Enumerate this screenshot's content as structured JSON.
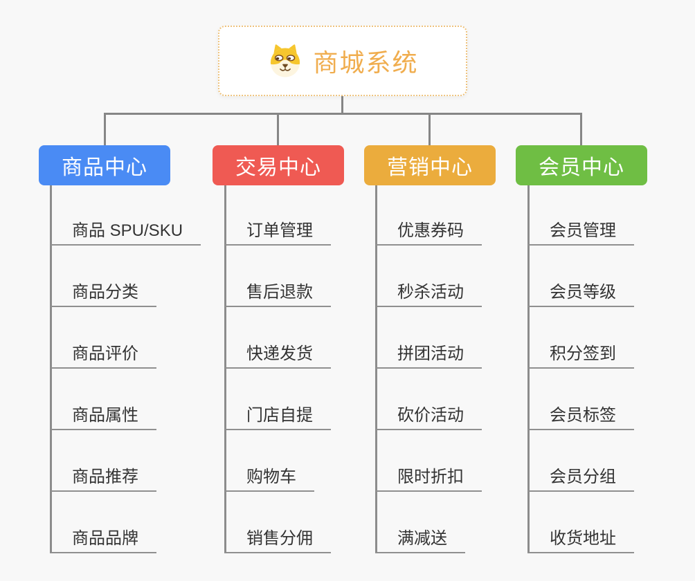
{
  "root": {
    "title": "商城系统",
    "icon": "shiba-dog-icon",
    "border_color": "#eec27c",
    "title_color": "#f0ad4e"
  },
  "branches": [
    {
      "label": "商品中心",
      "color": "#4a8bf4",
      "items": [
        "商品 SPU/SKU",
        "商品分类",
        "商品评价",
        "商品属性",
        "商品推荐",
        "商品品牌"
      ]
    },
    {
      "label": "交易中心",
      "color": "#ef5a53",
      "items": [
        "订单管理",
        "售后退款",
        "快递发货",
        "门店自提",
        "购物车",
        "销售分佣"
      ]
    },
    {
      "label": "营销中心",
      "color": "#ebac3d",
      "items": [
        "优惠券码",
        "秒杀活动",
        "拼团活动",
        "砍价活动",
        "限时折扣",
        "满减送"
      ]
    },
    {
      "label": "会员中心",
      "color": "#6fbe44",
      "items": [
        "会员管理",
        "会员等级",
        "积分签到",
        "会员标签",
        "会员分组",
        "收货地址"
      ]
    }
  ],
  "colors": {
    "background": "#f8f8f8",
    "connector": "#868686",
    "leaf_underline": "#8f8f8f",
    "leaf_text": "#333333"
  }
}
